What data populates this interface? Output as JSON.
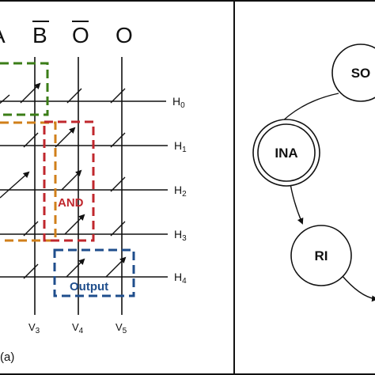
{
  "left_panel": {
    "column_headers": {
      "a_partial": "A",
      "b_bar": "B",
      "o_bar": "O",
      "o": "O"
    },
    "rows": [
      {
        "base": "H",
        "sub": "0"
      },
      {
        "base": "H",
        "sub": "1"
      },
      {
        "base": "H",
        "sub": "2"
      },
      {
        "base": "H",
        "sub": "3"
      },
      {
        "base": "H",
        "sub": "4"
      }
    ],
    "columns": [
      {
        "base": "V",
        "sub": "3"
      },
      {
        "base": "V",
        "sub": "4"
      },
      {
        "base": "V",
        "sub": "5"
      }
    ],
    "groups": {
      "and_label": "AND",
      "output_label": "Output"
    },
    "panel_label": "(a)",
    "colors": {
      "green": "#3b7d17",
      "orange": "#d07f1a",
      "red": "#c0272d",
      "blue": "#1f4e8c",
      "line": "#111111"
    }
  },
  "right_panel": {
    "nodes": {
      "so": "SO",
      "ina": "INA",
      "ri": "RI"
    }
  }
}
